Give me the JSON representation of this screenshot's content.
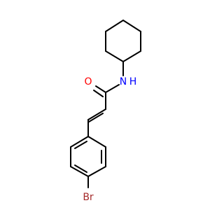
{
  "molecule": {
    "atoms": {
      "oxygen": {
        "symbol": "O",
        "color": "#ff0000"
      },
      "nitrogen": {
        "symbol": "N",
        "hydrogen": "H",
        "color": "#0000ff"
      },
      "bromine": {
        "symbol": "Br",
        "color": "#a52a2a"
      }
    },
    "bond_color": "#000000",
    "background": "#ffffff"
  }
}
